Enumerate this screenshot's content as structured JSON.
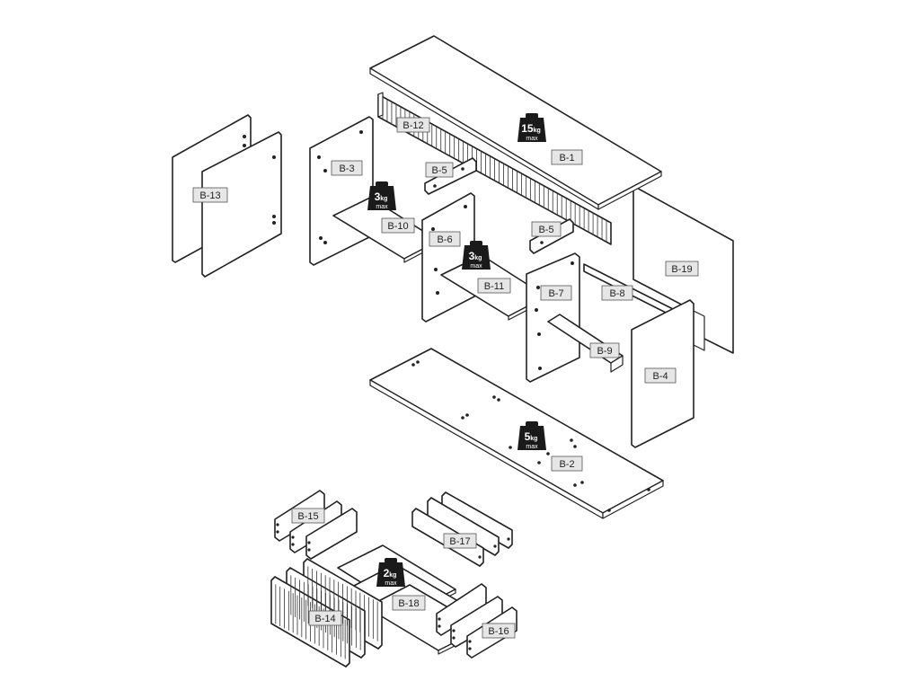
{
  "parts": [
    {
      "id": "b1",
      "label": "B-1"
    },
    {
      "id": "b2",
      "label": "B-2"
    },
    {
      "id": "b3",
      "label": "B-3"
    },
    {
      "id": "b4",
      "label": "B-4"
    },
    {
      "id": "b5a",
      "label": "B-5"
    },
    {
      "id": "b5b",
      "label": "B-5"
    },
    {
      "id": "b6",
      "label": "B-6"
    },
    {
      "id": "b7",
      "label": "B-7"
    },
    {
      "id": "b8",
      "label": "B-8"
    },
    {
      "id": "b9",
      "label": "B-9"
    },
    {
      "id": "b10",
      "label": "B-10"
    },
    {
      "id": "b11",
      "label": "B-11"
    },
    {
      "id": "b12",
      "label": "B-12"
    },
    {
      "id": "b13",
      "label": "B-13"
    },
    {
      "id": "b14",
      "label": "B-14"
    },
    {
      "id": "b15",
      "label": "B-15"
    },
    {
      "id": "b16",
      "label": "B-16"
    },
    {
      "id": "b17",
      "label": "B-17"
    },
    {
      "id": "b18",
      "label": "B-18"
    },
    {
      "id": "b19",
      "label": "B-19"
    }
  ],
  "weights": {
    "top": {
      "value": "15",
      "unit": "kg",
      "max": "max"
    },
    "left_shelf": {
      "value": "3",
      "unit": "kg",
      "max": "max"
    },
    "mid_shelf": {
      "value": "3",
      "unit": "kg",
      "max": "max"
    },
    "bottom": {
      "value": "5",
      "unit": "kg",
      "max": "max"
    },
    "drawer": {
      "value": "2",
      "unit": "kg",
      "max": "max"
    }
  },
  "colors": {
    "line": "#222222",
    "label_fill": "#e6e6e6",
    "weight": "#1a1a1a"
  }
}
